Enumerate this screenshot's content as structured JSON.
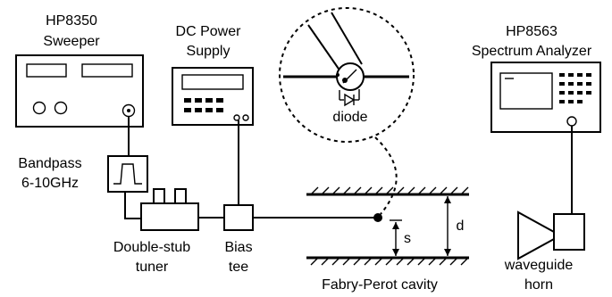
{
  "labels": {
    "sweeper_model": "HP8350",
    "sweeper_name": "Sweeper",
    "dc_line1": "DC Power",
    "dc_line2": "Supply",
    "analyzer_model": "HP8563",
    "analyzer_name": "Spectrum Analyzer",
    "bandpass_line1": "Bandpass",
    "bandpass_line2": "6-10GHz",
    "tuner_line1": "Double-stub",
    "tuner_line2": "tuner",
    "bias_line1": "Bias",
    "bias_line2": "tee",
    "diode": "diode",
    "s": "s",
    "d": "d",
    "cavity": "Fabry-Perot cavity",
    "horn_line1": "waveguide",
    "horn_line2": "horn"
  }
}
